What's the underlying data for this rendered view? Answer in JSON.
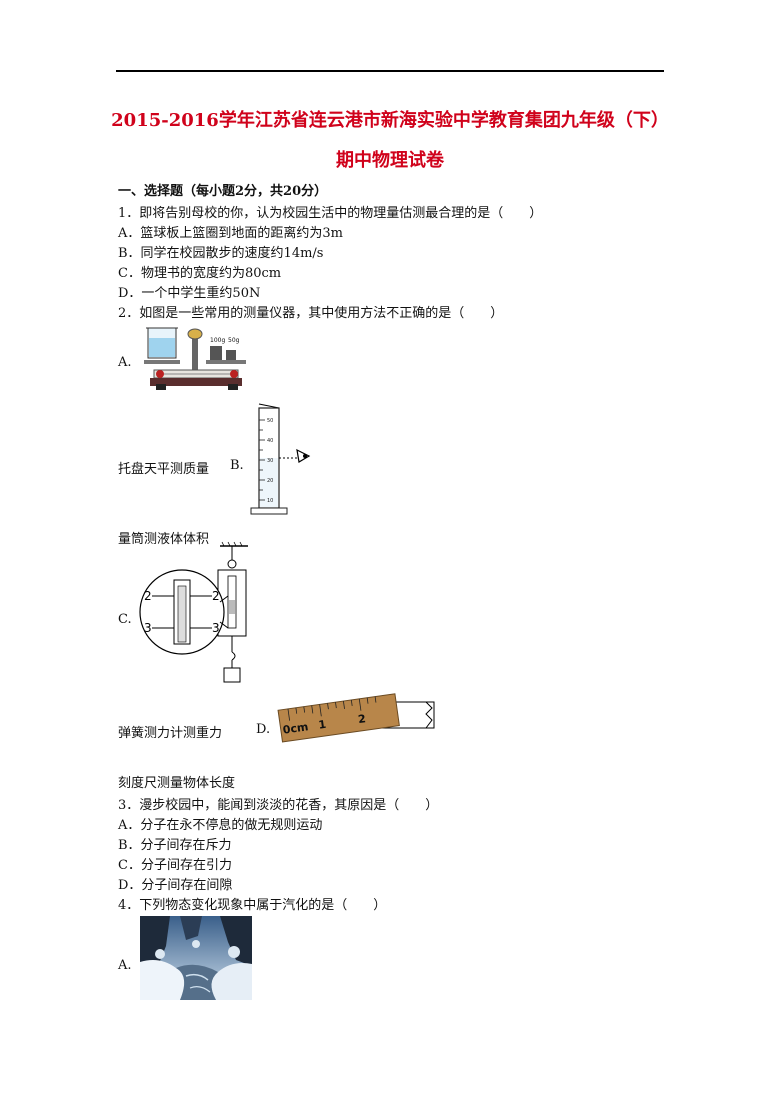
{
  "title": {
    "line1": "2015-2016学年江苏省连云港市新海实验中学教育集团九年级（下）",
    "line2": "期中物理试卷"
  },
  "section1": {
    "heading": "一、选择题（每小题2分，共20分）"
  },
  "q1": {
    "stem": "1．即将告别母校的你，认为校园生活中的物理量估测最合理的是（　　）",
    "options": [
      "A．篮球板上篮圈到地面的距离约为3m",
      "B．同学在校园散步的速度约14m/s",
      "C．物理书的宽度约为80cm",
      "D．一个中学生重约50N"
    ]
  },
  "q2": {
    "stem": "2．如图是一些常用的测量仪器，其中使用方法不正确的是（　　）",
    "label_a": "A.",
    "caption_a": "托盘天平测质量",
    "label_b": "B.",
    "caption_b": "量筒测液体体积",
    "label_c": "C.",
    "caption_c": "弹簧测力计测重力",
    "label_d": "D.",
    "caption_d": "刻度尺测量物体长度",
    "balance_weights": [
      "100g",
      "50g"
    ],
    "cylinder_ticks": [
      "50",
      "40",
      "30",
      "20",
      "10"
    ],
    "spring_scale_ticks": [
      "2",
      "3"
    ],
    "ruler_ticks": [
      "0cm",
      "1",
      "2"
    ]
  },
  "q3": {
    "stem": "3．漫步校园中，能闻到淡淡的花香，其原因是（　　）",
    "options": [
      "A．分子在永不停息的做无规则运动",
      "B．分子间存在斥力",
      "C．分子间存在引力",
      "D．分子间存在间隙"
    ]
  },
  "q4": {
    "stem": "4．下列物态变化现象中属于汽化的是（　　）",
    "label_a": "A."
  }
}
